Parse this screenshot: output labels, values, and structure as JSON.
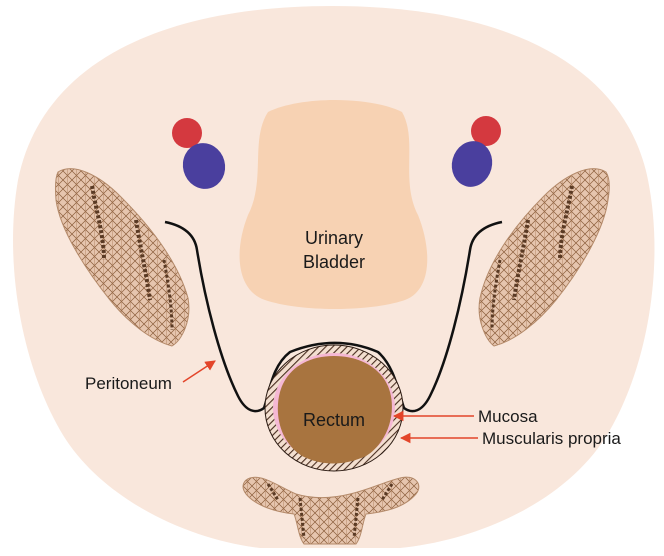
{
  "labels": {
    "bladder_line1": "Urinary",
    "bladder_line2": "Bladder",
    "rectum": "Rectum",
    "peritoneum": "Peritoneum",
    "mucosa": "Mucosa",
    "muscularis": "Muscularis propria"
  },
  "colors": {
    "body_fill": "#f9e7dc",
    "bladder_fill": "#f7d2b3",
    "artery": "#d4393f",
    "vein": "#4a3f9e",
    "bone_fill": "#e6c5ae",
    "bone_mesh": "#8b5e3c",
    "bone_band": "#5a3a24",
    "rectum_lumen": "#a8743f",
    "mucosa": "#f5b8d4",
    "muscularis_hatch": "#4a2e20",
    "peritoneum_line": "#111111",
    "arrow": "#e3452a"
  },
  "icons": {
    "artery": "artery-circle",
    "vein": "vein-ellipse",
    "bone": "bone-mesh"
  }
}
